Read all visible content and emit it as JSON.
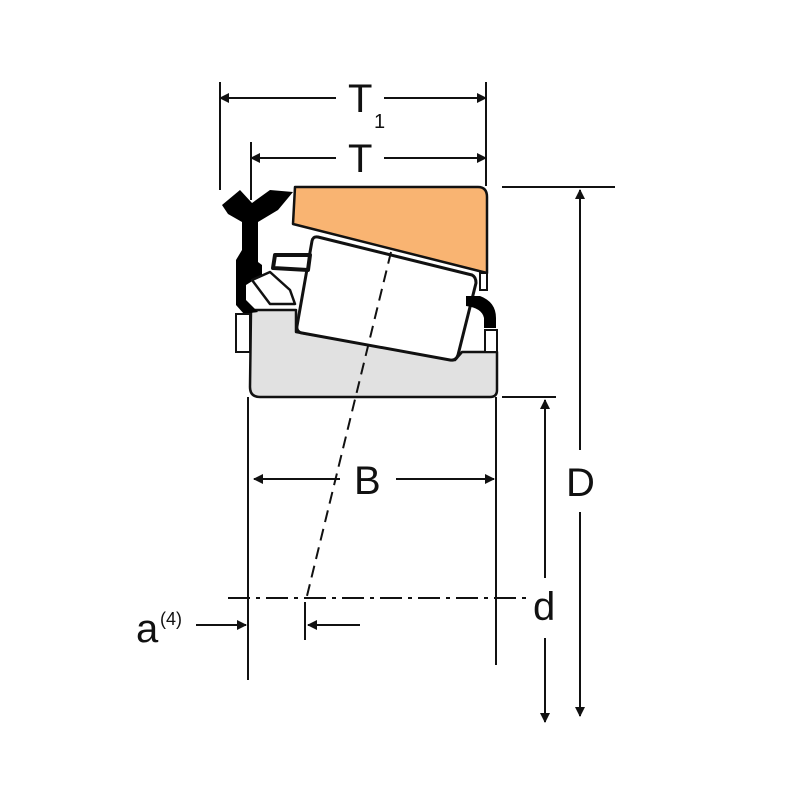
{
  "diagram": {
    "labels": {
      "t1_main": "T",
      "t1_sub": "1",
      "t": "T",
      "b": "B",
      "d_outer": "D",
      "d_bore": "d",
      "a_main": "a",
      "a_sup": "(4)"
    },
    "colors": {
      "cup": "#F9B472",
      "cone": "#E1E1E1",
      "seal": "#000000",
      "line": "#111111"
    }
  }
}
